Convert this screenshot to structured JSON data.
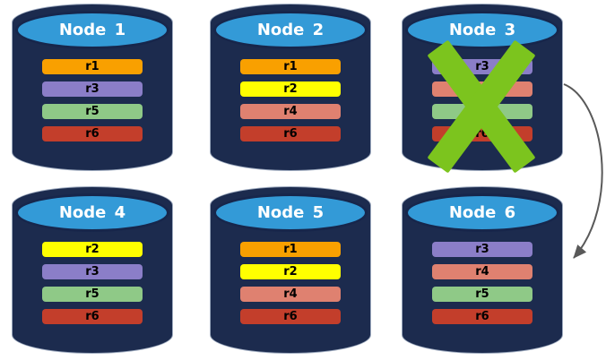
{
  "colors": {
    "cylinder_body": "#1C2B4E",
    "cylinder_cap": "#339AD7",
    "x_mark_green": "#7CC41E",
    "arrow_gray": "#595959"
  },
  "nodes": [
    {
      "label": "Node 1",
      "failed": false,
      "rows": [
        {
          "label": "r1",
          "color": "#F9A000"
        },
        {
          "label": "r3",
          "color": "#8B7EC8"
        },
        {
          "label": "r5",
          "color": "#8FC987"
        },
        {
          "label": "r6",
          "color": "#C33E2B"
        }
      ]
    },
    {
      "label": "Node 2",
      "failed": false,
      "rows": [
        {
          "label": "r1",
          "color": "#F9A000"
        },
        {
          "label": "r2",
          "color": "#FFFF00"
        },
        {
          "label": "r4",
          "color": "#DF8170"
        },
        {
          "label": "r6",
          "color": "#C33E2B"
        }
      ]
    },
    {
      "label": "Node 3",
      "failed": true,
      "rows": [
        {
          "label": "r3",
          "color": "#8B7EC8"
        },
        {
          "label": "r4",
          "color": "#DF8170"
        },
        {
          "label": "r5",
          "color": "#8FC987"
        },
        {
          "label": "r6",
          "color": "#C33E2B"
        }
      ]
    },
    {
      "label": "Node 4",
      "failed": false,
      "rows": [
        {
          "label": "r2",
          "color": "#FFFF00"
        },
        {
          "label": "r3",
          "color": "#8B7EC8"
        },
        {
          "label": "r5",
          "color": "#8FC987"
        },
        {
          "label": "r6",
          "color": "#C33E2B"
        }
      ]
    },
    {
      "label": "Node 5",
      "failed": false,
      "rows": [
        {
          "label": "r1",
          "color": "#F9A000"
        },
        {
          "label": "r2",
          "color": "#FFFF00"
        },
        {
          "label": "r4",
          "color": "#DF8170"
        },
        {
          "label": "r6",
          "color": "#C33E2B"
        }
      ]
    },
    {
      "label": "Node 6",
      "failed": false,
      "rows": [
        {
          "label": "r3",
          "color": "#8B7EC8"
        },
        {
          "label": "r4",
          "color": "#DF8170"
        },
        {
          "label": "r5",
          "color": "#8FC987"
        },
        {
          "label": "r6",
          "color": "#C33E2B"
        }
      ]
    }
  ],
  "arrow": {
    "from": "Node 3",
    "to": "Node 6"
  }
}
